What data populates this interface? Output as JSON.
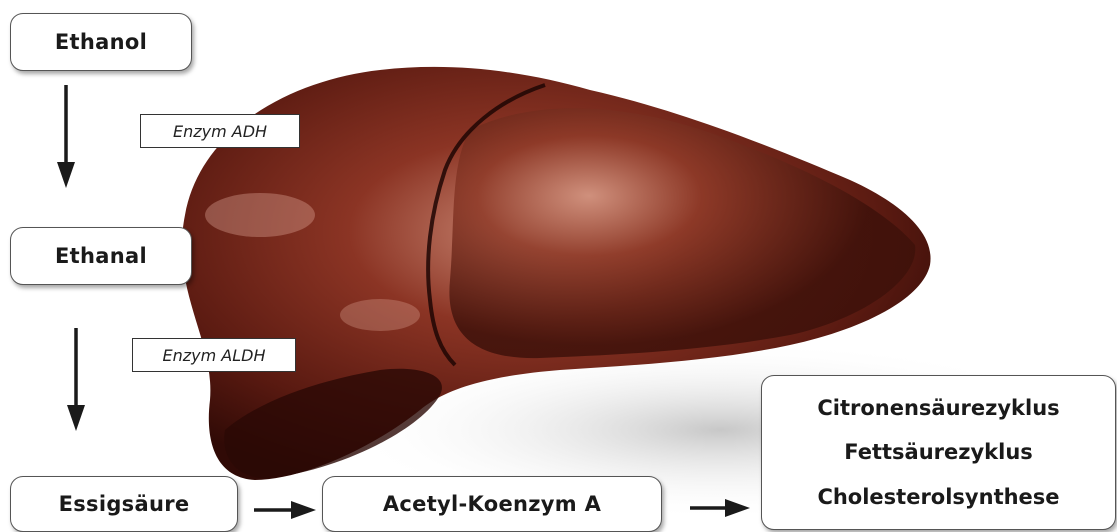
{
  "steps": {
    "ethanol": "Ethanol",
    "ethanal": "Ethanal",
    "essigsaeure": "Essigsäure",
    "acetyl": "Acetyl-Koenzym A"
  },
  "enzymes": {
    "adh": "Enzym ADH",
    "aldh": "Enzym ALDH"
  },
  "products": [
    "Citronensäurezyklus",
    "Fettsäurezyklus",
    "Cholesterolsynthese"
  ],
  "colors": {
    "liver_dark": "#3a0f09",
    "liver_mid": "#7a2a1d",
    "liver_light": "#c9806b",
    "arrow": "#1a1a1a"
  },
  "icons": {
    "organ": "liver-illustration"
  }
}
